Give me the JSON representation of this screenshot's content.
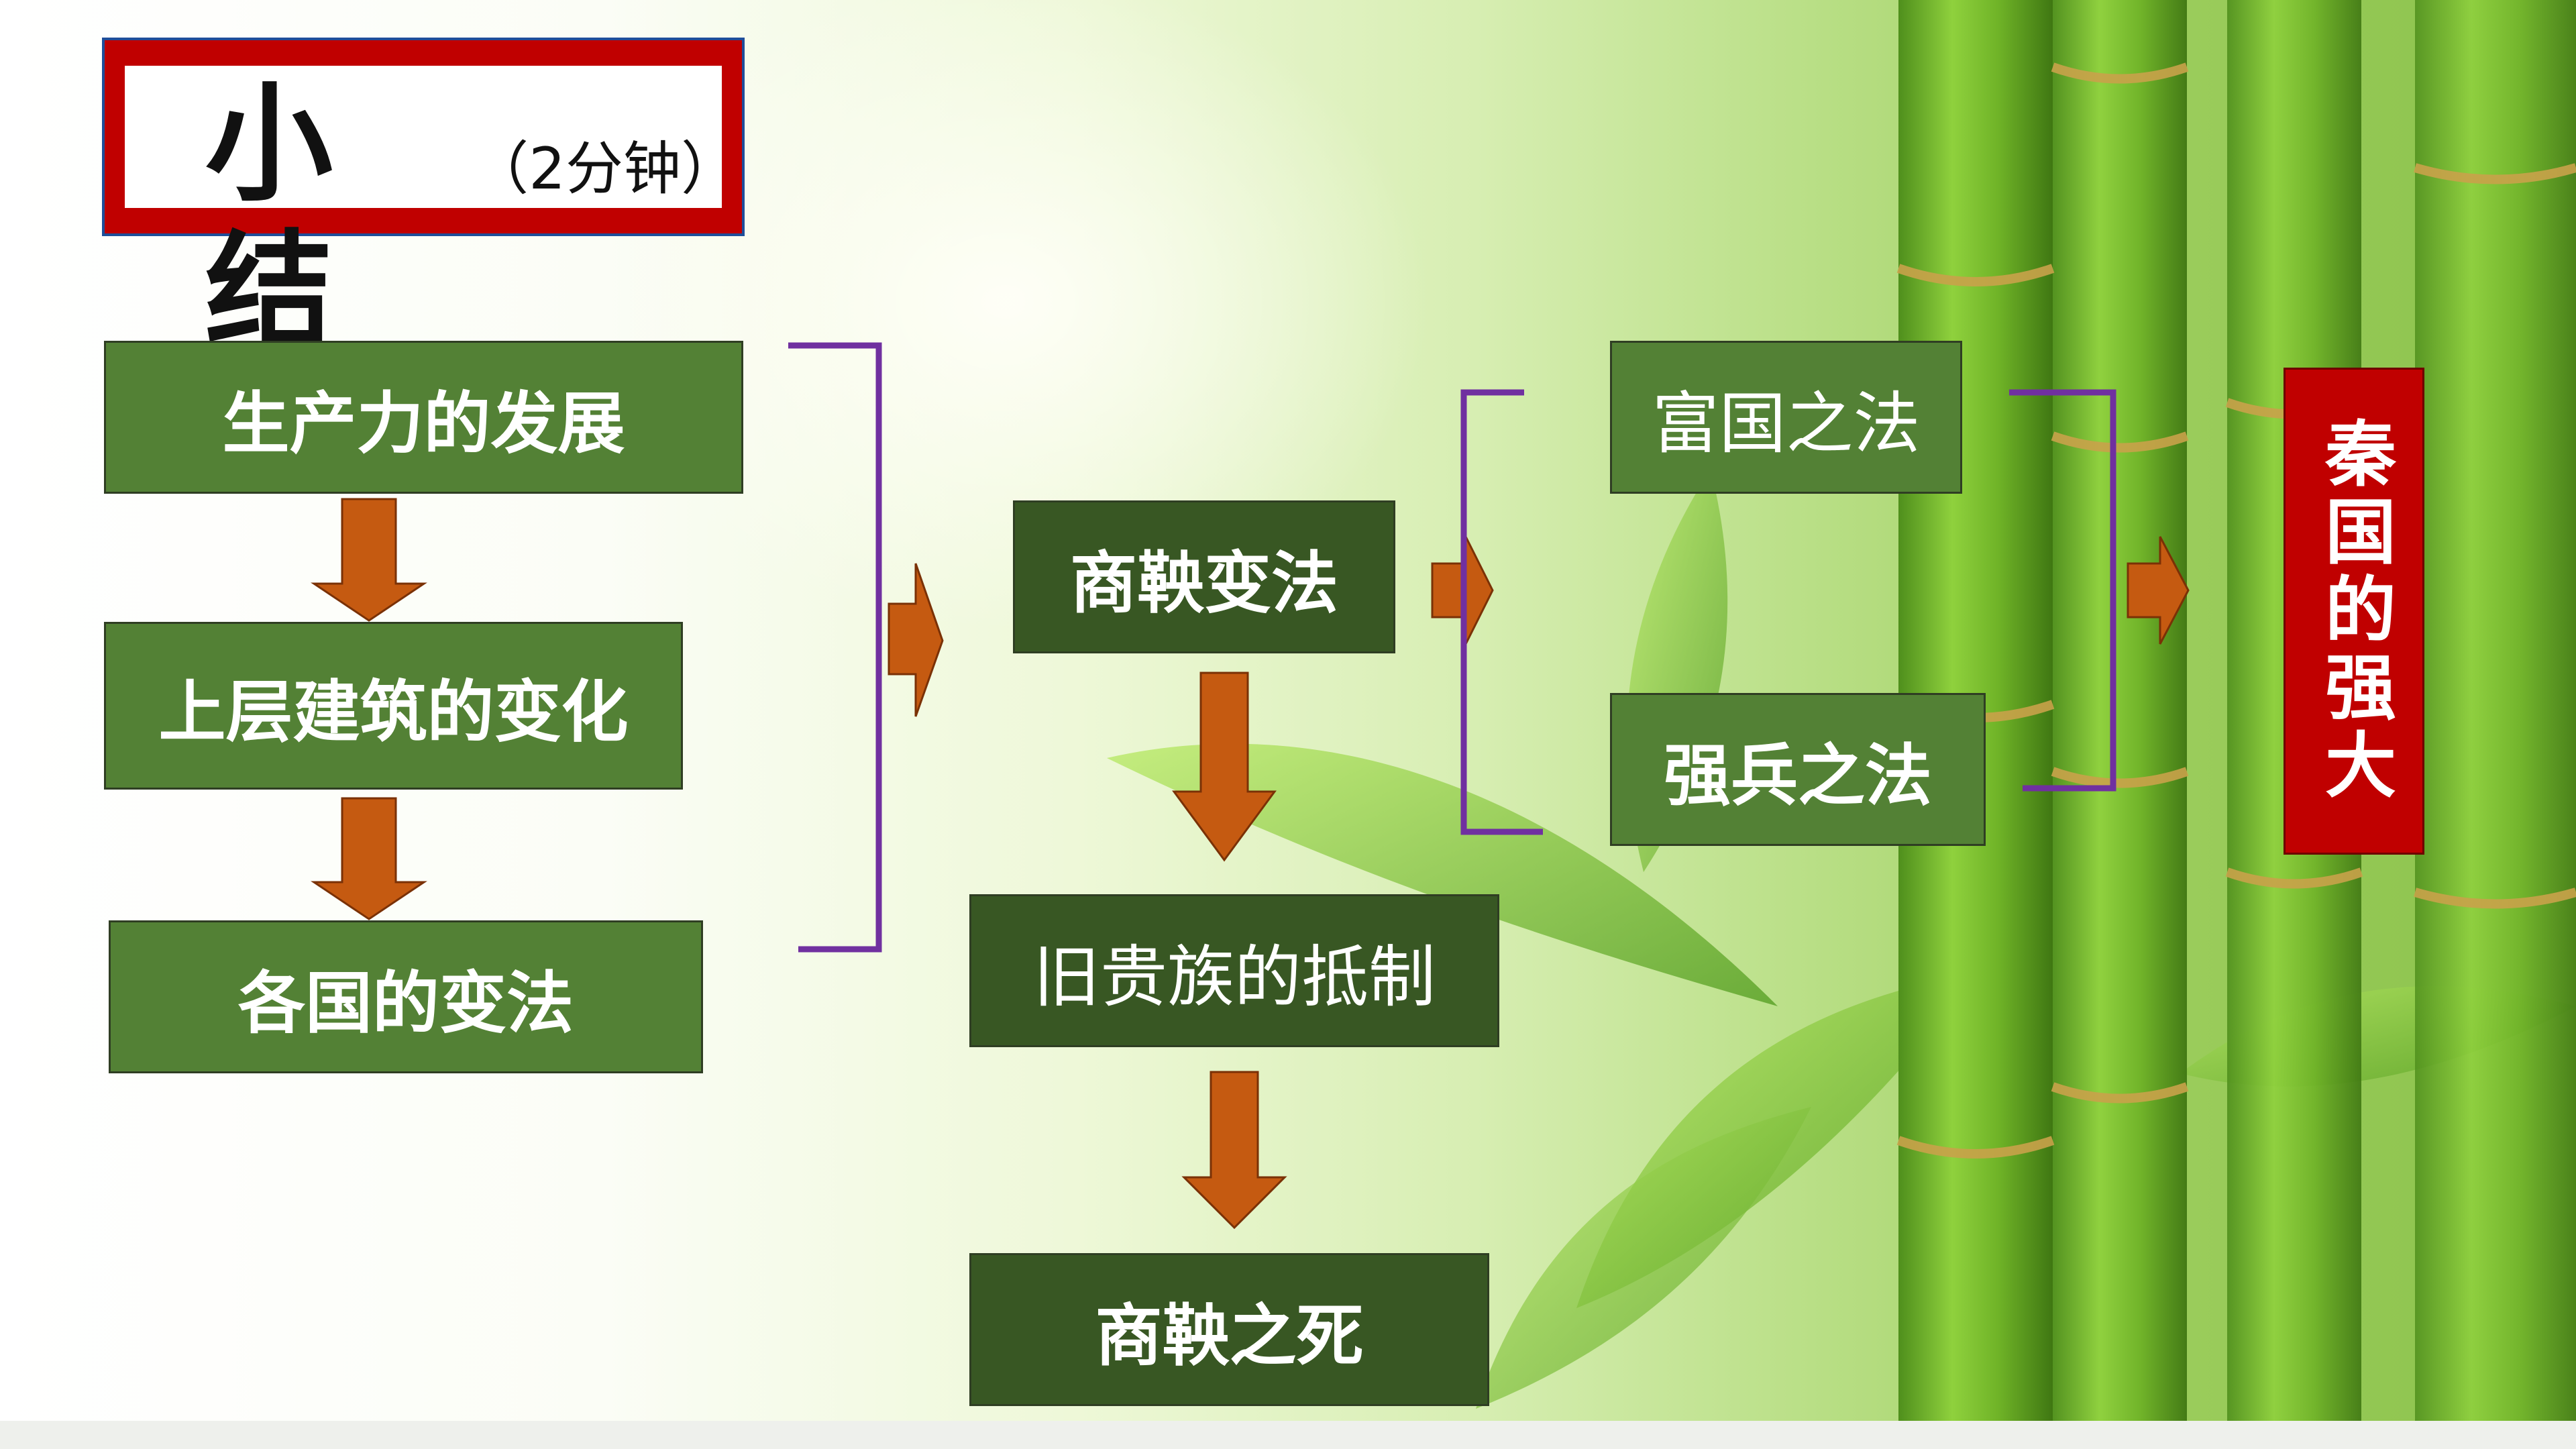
{
  "title": {
    "main": "小结",
    "sub": "（2分钟）"
  },
  "boxes": {
    "productivity": "生产力的发展",
    "superstructure": "上层建筑的变化",
    "state_reforms": "各国的变法",
    "shang_yang_reform": "商鞅变法",
    "nobility_resistance": "旧贵族的抵制",
    "shang_yang_death": "商鞅之死",
    "enrich_state_law": "富国之法",
    "strengthen_army_law": "强兵之法",
    "qin_rise": "秦国的强大"
  },
  "colors": {
    "box_light": "#538135",
    "box_dark": "#385723",
    "arrow": "#c55a11",
    "bracket": "#7030a0",
    "accent_red": "#c00000"
  }
}
